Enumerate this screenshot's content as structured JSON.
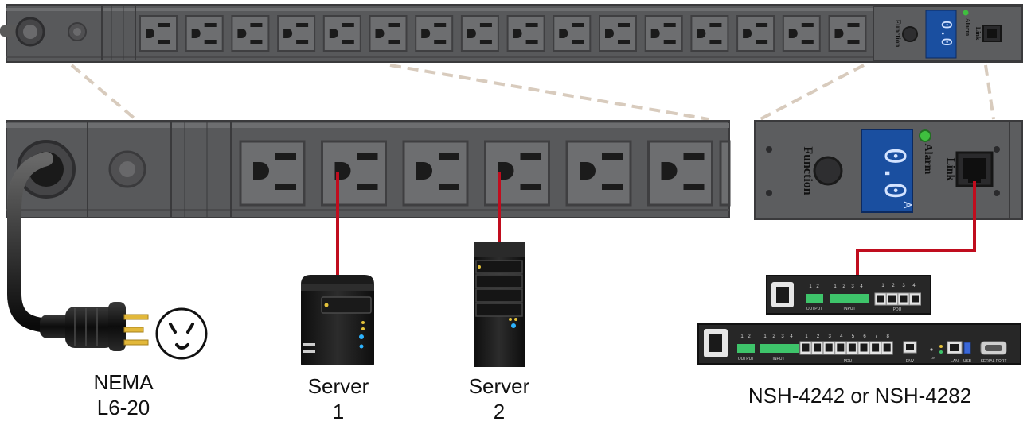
{
  "labels": {
    "plug": [
      "NEMA",
      "L6-20"
    ],
    "server1": [
      "Server",
      "1"
    ],
    "server2": [
      "Server",
      "2"
    ],
    "controller": "NSH-4242 or NSH-4282"
  },
  "pdu_panel": {
    "function": "Function",
    "alarm": "Alarm",
    "link": "Link",
    "display": "0.0",
    "display_unit": "A"
  },
  "nsh_small": {
    "output": "OUTPUT",
    "input": "INPUT",
    "pdu": "PDU",
    "output_ports": [
      "1",
      "2"
    ],
    "input_ports": [
      "1",
      "2",
      "3",
      "4"
    ],
    "pdu_ports": [
      "1",
      "2",
      "3",
      "4"
    ]
  },
  "nsh_large": {
    "output": "OUTPUT",
    "input": "INPUT",
    "pdu": "PDU",
    "env": "ENV",
    "on": "ON",
    "lan": "LAN",
    "usb": "USB",
    "serial": "SERIAL PORT",
    "output_ports": [
      "1",
      "2"
    ],
    "input_ports": [
      "1",
      "2",
      "3",
      "4"
    ],
    "pdu_ports": [
      "1",
      "2",
      "3",
      "4",
      "5",
      "6",
      "7",
      "8"
    ]
  },
  "colors": {
    "strip_body": "#58595b",
    "strip_outline": "#3a3a3c",
    "outlet_face": "#6d6e70",
    "display_blue": "#1a4fa0",
    "cable_red": "#c00d1e",
    "dashed_guide": "#d8cbbd",
    "alarm_led": "#3fbf3f"
  }
}
